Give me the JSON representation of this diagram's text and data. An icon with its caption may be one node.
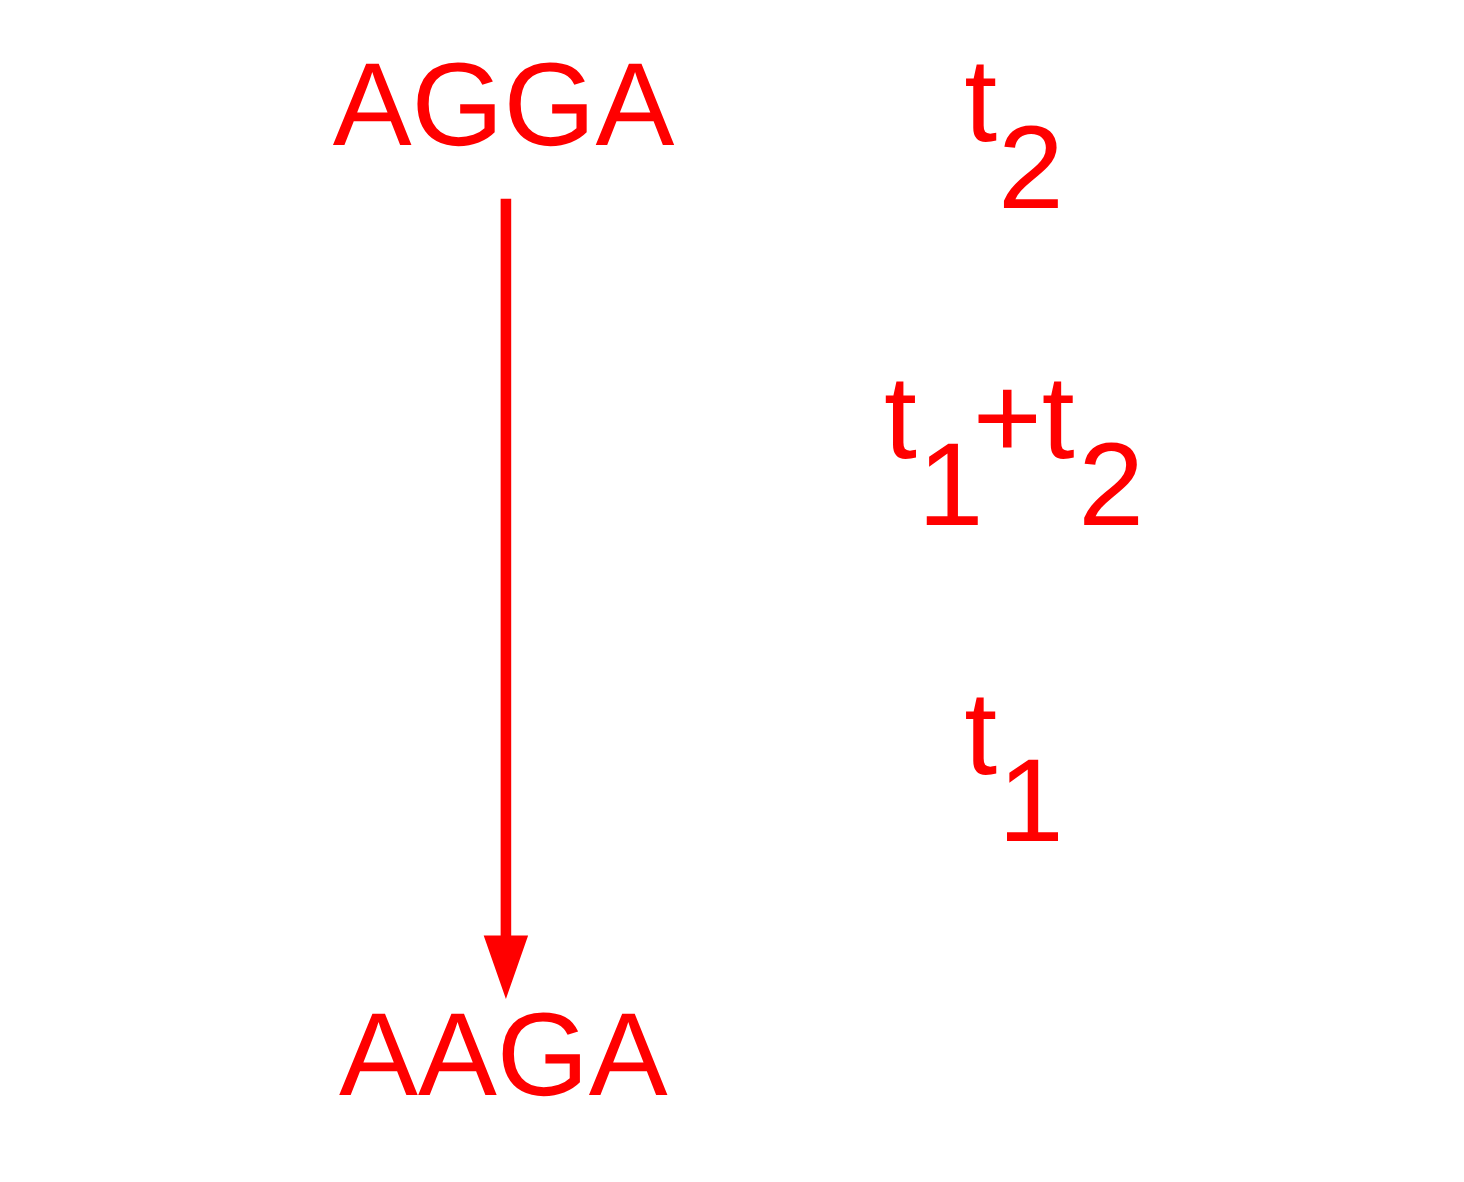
{
  "diagram": {
    "nodes": [
      {
        "text": [
          "AGGA"
        ]
      },
      {
        "text": [
          "AAGA"
        ]
      }
    ],
    "edges": [
      {
        "from": 0,
        "to": 1,
        "arrow": "to"
      }
    ],
    "labels": [
      "t$_{2}$",
      "t$_{1}$+t$_{2}$",
      "t$_{1}$"
    ]
  }
}
